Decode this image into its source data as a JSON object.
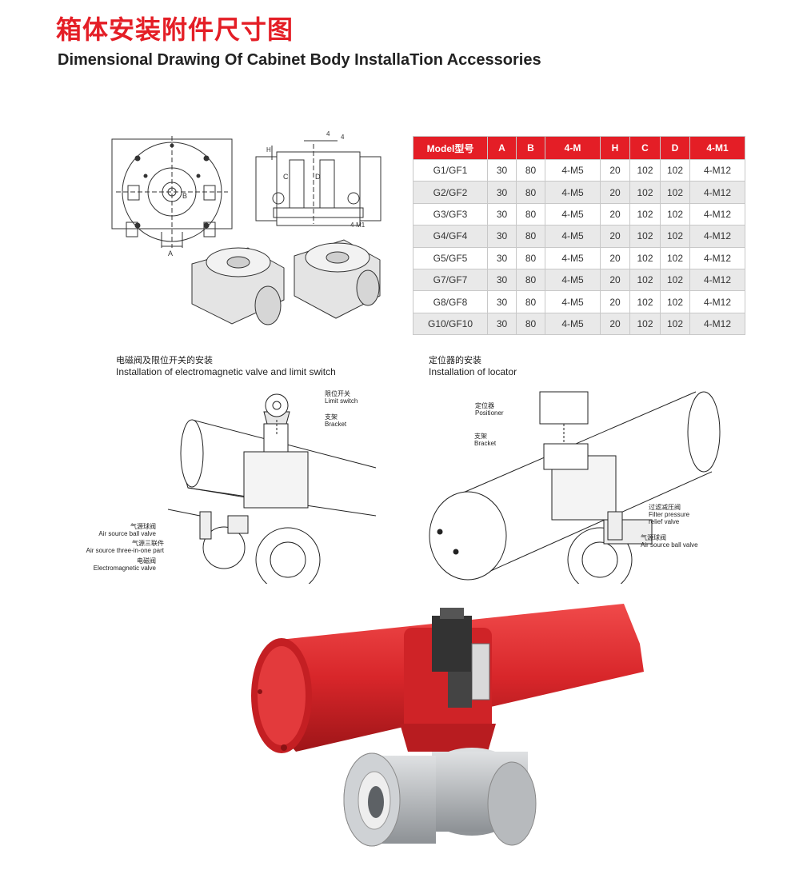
{
  "header": {
    "title_cn": "箱体安装附件尺寸图",
    "title_en": "Dimensional Drawing Of Cabinet Body InstallaTion Accessories"
  },
  "drawing": {
    "labels": {
      "a": "A",
      "b": "B",
      "c": "C",
      "d": "D",
      "h": "H",
      "four_top": "4",
      "four_side": "4",
      "m1": "4-M1"
    }
  },
  "table": {
    "headers": [
      "Model型号",
      "A",
      "B",
      "4-M",
      "H",
      "C",
      "D",
      "4-M1"
    ],
    "rows": [
      [
        "G1/GF1",
        "30",
        "80",
        "4-M5",
        "20",
        "102",
        "102",
        "4-M12"
      ],
      [
        "G2/GF2",
        "30",
        "80",
        "4-M5",
        "20",
        "102",
        "102",
        "4-M12"
      ],
      [
        "G3/GF3",
        "30",
        "80",
        "4-M5",
        "20",
        "102",
        "102",
        "4-M12"
      ],
      [
        "G4/GF4",
        "30",
        "80",
        "4-M5",
        "20",
        "102",
        "102",
        "4-M12"
      ],
      [
        "G5/GF5",
        "30",
        "80",
        "4-M5",
        "20",
        "102",
        "102",
        "4-M12"
      ],
      [
        "G7/GF7",
        "30",
        "80",
        "4-M5",
        "20",
        "102",
        "102",
        "4-M12"
      ],
      [
        "G8/GF8",
        "30",
        "80",
        "4-M5",
        "20",
        "102",
        "102",
        "4-M12"
      ],
      [
        "G10/GF10",
        "30",
        "80",
        "4-M5",
        "20",
        "102",
        "102",
        "4-M12"
      ]
    ]
  },
  "install_left": {
    "label_cn": "电磁阀及限位开关的安装",
    "label_en": "Installation of electromagnetic valve and limit switch",
    "callouts": {
      "limit_cn": "限位开关",
      "limit_en": "Limit switch",
      "bracket_cn": "支架",
      "bracket_en": "Bracket",
      "air_ball_cn": "气源球阀",
      "air_ball_en": "Air source ball valve",
      "three_cn": "气源三联件",
      "three_en": "Air source three-in-one part",
      "solenoid_cn": "电磁阀",
      "solenoid_en": "Electromagnetic valve"
    }
  },
  "install_right": {
    "label_cn": "定位器的安装",
    "label_en": "Installation of locator",
    "callouts": {
      "positioner_cn": "定位器",
      "positioner_en": "Positioner",
      "bracket_cn": "支架",
      "bracket_en": "Bracket",
      "filter_cn": "过滤减压阀",
      "filter_en1": "Filter pressure",
      "filter_en2": "relief valve",
      "air_ball_cn": "气源球阀",
      "air_ball_en": "Air source ball valve"
    }
  },
  "colors": {
    "accent": "#e41e26",
    "actuator_red": "#d8262a",
    "steel": "#b9bcbf"
  }
}
